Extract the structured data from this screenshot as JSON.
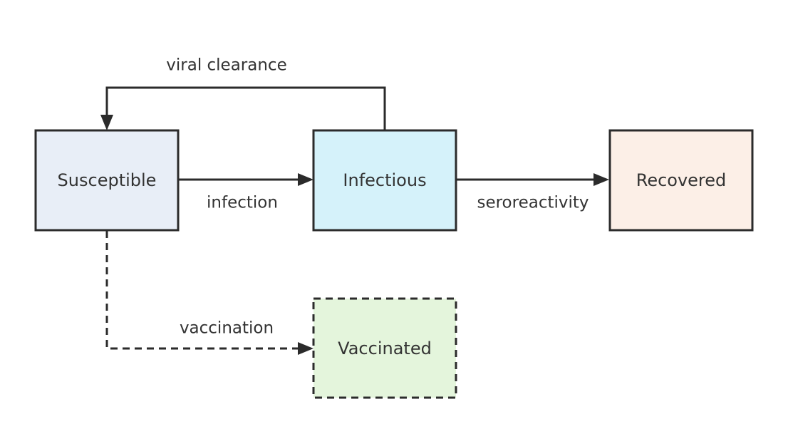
{
  "diagram": {
    "nodes": {
      "susceptible": {
        "label": "Susceptible",
        "fill": "#e8eef7",
        "border": "solid"
      },
      "infectious": {
        "label": "Infectious",
        "fill": "#d5f2fa",
        "border": "solid"
      },
      "recovered": {
        "label": "Recovered",
        "fill": "#fcefe7",
        "border": "solid"
      },
      "vaccinated": {
        "label": "Vaccinated",
        "fill": "#e4f5dc",
        "border": "dashed"
      }
    },
    "edges": {
      "infection": {
        "label": "infection",
        "from": "susceptible",
        "to": "infectious",
        "style": "solid"
      },
      "seroreactivity": {
        "label": "seroreactivity",
        "from": "infectious",
        "to": "recovered",
        "style": "solid"
      },
      "viral_clearance": {
        "label": "viral clearance",
        "from": "infectious",
        "to": "susceptible",
        "style": "solid"
      },
      "vaccination": {
        "label": "vaccination",
        "from": "susceptible",
        "to": "vaccinated",
        "style": "dashed"
      }
    },
    "colors": {
      "stroke": "#2b2b2b",
      "text": "#333333"
    }
  }
}
